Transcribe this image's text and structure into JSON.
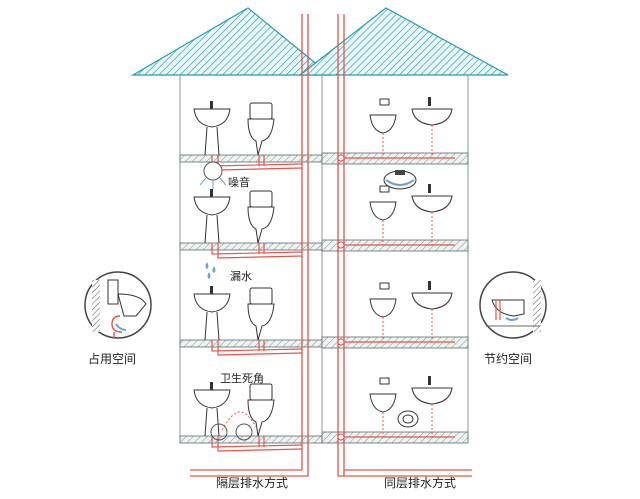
{
  "labels": {
    "noise": "噪音",
    "leak": "漏水",
    "dead_corner": "卫生死角",
    "occupy_space": "占用空间",
    "save_space": "节约空间",
    "left_caption": "隔层排水方式",
    "right_caption": "同层排水方式"
  },
  "colors": {
    "roof": "#2a9aa8",
    "floor": "#5b6b6e",
    "pipe": "#e8534a",
    "fixture": "#333333",
    "drop": "#6fa0d8"
  }
}
